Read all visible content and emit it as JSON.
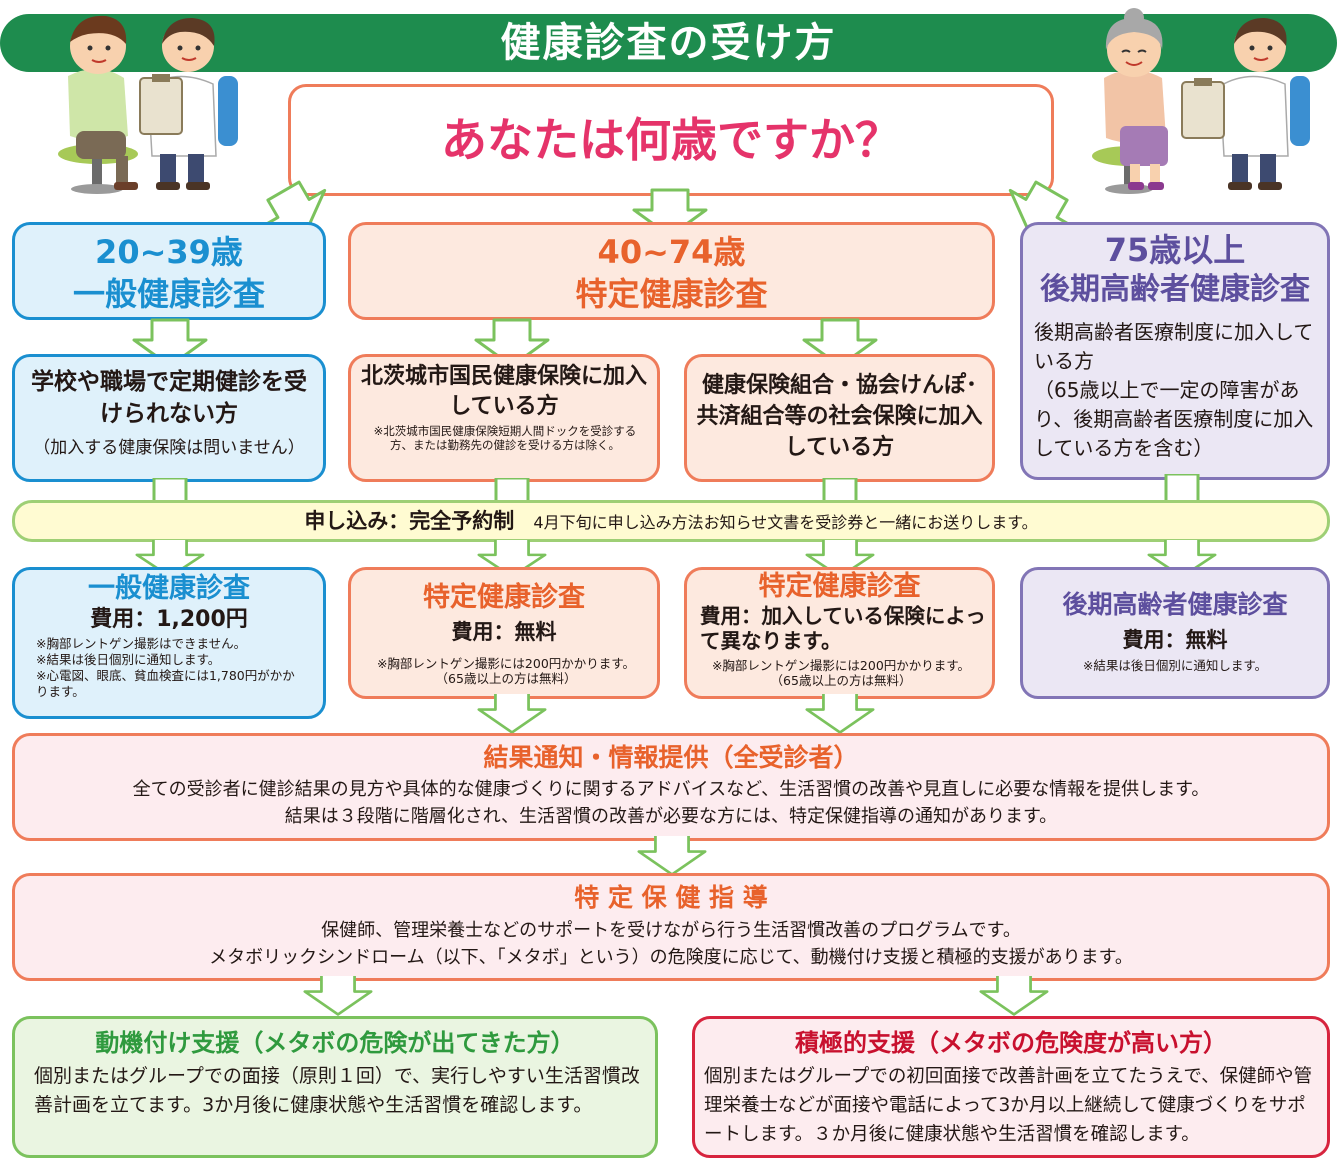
{
  "title": "健康診査の受け方",
  "question": "あなたは何歳ですか？",
  "age_groups": [
    {
      "age": "20~39歳",
      "exam": "一般健康診査"
    },
    {
      "age": "40~74歳",
      "exam": "特定健康診査"
    },
    {
      "age": "75歳以上",
      "exam": "後期高齢者健康診査"
    }
  ],
  "eligibility": {
    "young": {
      "title": "学校や職場で定期健診を受けられない方",
      "note": "（加入する健康保険は問いません）"
    },
    "national_insurance": {
      "title": "北茨城市国民健康保険に加入している方",
      "note": "※北茨城市国民健康保険短期人間ドックを受診する方、または勤務先の健診を受ける方は除く。"
    },
    "social_insurance": {
      "title": "健康保険組合・協会けんぽ･共済組合等の社会保険に加入している方"
    },
    "elderly": {
      "title": "後期高齢者医療制度に加入している方",
      "note": "（65歳以上で一定の障害があり、後期高齢者医療制度に加入している方を含む）"
    }
  },
  "application": {
    "label": "申し込み：完全予約制",
    "text": "4月下旬に申し込み方法お知らせ文書を受診券と一緒にお送りします。"
  },
  "exams": {
    "general": {
      "title": "一般健康診査",
      "cost": "費用：1,200円",
      "notes": [
        "※胸部レントゲン撮影はできません。",
        "※結果は後日個別に通知します。",
        "※心電図、眼底、貧血検査には1,780円がかかります。"
      ]
    },
    "specific_national": {
      "title": "特定健康診査",
      "cost": "費用：無料",
      "note": "※胸部レントゲン撮影には200円かかります。（65歳以上の方は無料）"
    },
    "specific_social": {
      "title": "特定健康診査",
      "cost": "費用：加入している保険によって異なります。",
      "note": "※胸部レントゲン撮影には200円かかります。（65歳以上の方は無料）"
    },
    "elderly": {
      "title": "後期高齢者健康診査",
      "cost": "費用：無料",
      "note": "※結果は後日個別に通知します。"
    }
  },
  "results": {
    "title": "結果通知・情報提供（全受診者）",
    "line1": "全ての受診者に健診結果の見方や具体的な健康づくりに関するアドバイスなど、生活習慣の改善や見直しに必要な情報を提供します。",
    "line2": "結果は３段階に階層化され、生活習慣の改善が必要な方には、特定保健指導の通知があります。"
  },
  "guidance": {
    "title": "特 定 保 健 指 導",
    "line1": "保健師、管理栄養士などのサポートを受けながら行う生活習慣改善のプログラムです。",
    "line2": "メタボリックシンドローム（以下、「メタボ」という）の危険度に応じて、動機付け支援と積極的支援があります。"
  },
  "support": {
    "motivational": {
      "title": "動機付け支援（メタボの危険が出てきた方）",
      "text": "個別またはグループでの面接（原則１回）で、実行しやすい生活習慣改善計画を立てます。3か月後に健康状態や生活習慣を確認します。"
    },
    "active": {
      "title": "積極的支援（メタボの危険度が高い方）",
      "text": "個別またはグループでの初回面接で改善計画を立てたうえで、保健師や管理栄養士などが面接や電話によって3か月以上継続して健康づくりをサポートします。３か月後に健康状態や生活習慣を確認します。"
    }
  },
  "colors": {
    "banner": "#1e8c4e",
    "question": "#e5336a",
    "blue": "#1a8fd0",
    "orange": "#e8622c",
    "purple": "#5d4f9e",
    "green": "#2f9a3e",
    "red": "#c8102e",
    "arrow_stroke": "#7bc25d"
  }
}
